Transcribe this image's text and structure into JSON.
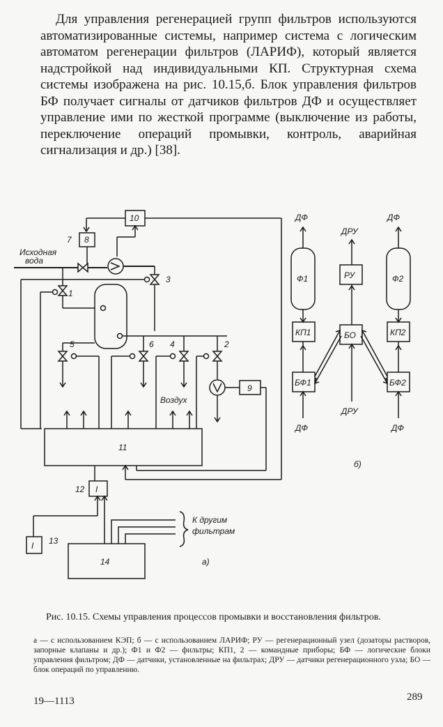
{
  "paragraph": "Для управления регенерацией групп фильтров используются автоматизированные системы, например система с логическим автоматом регенерации фильтров (ЛАРИФ), который является надстройкой над индивидуальными КП. Структурная схема системы изображена на рис. 10.15,б. Блок управления фильтров БФ получает сигналы от датчиков фильтров ДФ и осуществляет управление ими по жесткой программе (выключение из работы, переключение операций промывки, контроль, аварийная сигнализация и др.) [38].",
  "figure_a": {
    "inlet_label_1": "Исходная",
    "inlet_label_2": "вода",
    "air_label": "Воздух",
    "other_filters_1": "К другим",
    "other_filters_2": "фильтрам",
    "panel_label": "а)",
    "blocks": {
      "b8": "8",
      "b9": "9",
      "b10": "10",
      "b11": "11",
      "b12": "I",
      "b13": "I",
      "b14": "14"
    },
    "numbers": {
      "n1": "1",
      "n2": "2",
      "n3": "3",
      "n4": "4",
      "n5": "5",
      "n6": "6",
      "n7": "7",
      "n12": "12",
      "n13": "13"
    }
  },
  "figure_b": {
    "panel_label": "б)",
    "df": "ДФ",
    "dru": "ДРУ",
    "f1": "Ф1",
    "f2": "Ф2",
    "ru": "РУ",
    "kp1": "КП1",
    "kp2": "КП2",
    "bo": "БО",
    "bf1": "БФ1",
    "bf2": "БФ2"
  },
  "caption": {
    "title": "Рис. 10.15. Схемы управления процессов промывки и восстановления фильтров.",
    "body": "а — с использованием КЭП; б — с использованием ЛАРИФ; РУ — регенерационный узел (дозаторы растворов, запорные клапаны и др.); Ф1 и Ф2 — фильтры; КП1, 2 — командные приборы; БФ — логические блоки управления фильтром; ДФ — датчики, установленные на фильтрах; ДРУ — датчики регенерационного узла; БО — блок операций по управлению."
  },
  "footer": {
    "signature": "19—1113",
    "page_number": "289"
  }
}
